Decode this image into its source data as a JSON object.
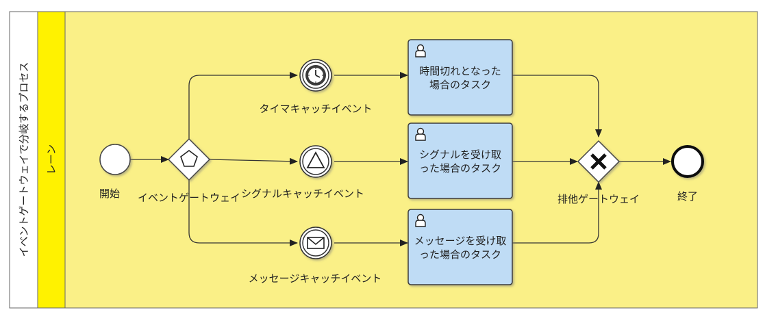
{
  "pool": {
    "label": "イベントゲートウェイで分岐するプロセス"
  },
  "lane": {
    "label": "レーン"
  },
  "events": {
    "start": "開始",
    "end": "終了",
    "timer_catch": "タイマキャッチイベント",
    "signal_catch": "シグナルキャッチイベント",
    "message_catch": "メッセージキャッチイベント"
  },
  "gateways": {
    "event_gateway": "イベントゲートウェイ",
    "exclusive_gateway": "排他ゲートウェイ"
  },
  "tasks": {
    "timeout": [
      "時間切れとなった",
      "場合のタスク"
    ],
    "signal": [
      "シグナルを受け取",
      "った場合のタスク"
    ],
    "message": [
      "メッセージを受け取",
      "った場合のタスク"
    ]
  },
  "colors": {
    "lane_fill": "#faf087",
    "lane_header": "#fff200",
    "task_fill": "#bfdcf5",
    "task_stroke": "#3a3a3a"
  }
}
